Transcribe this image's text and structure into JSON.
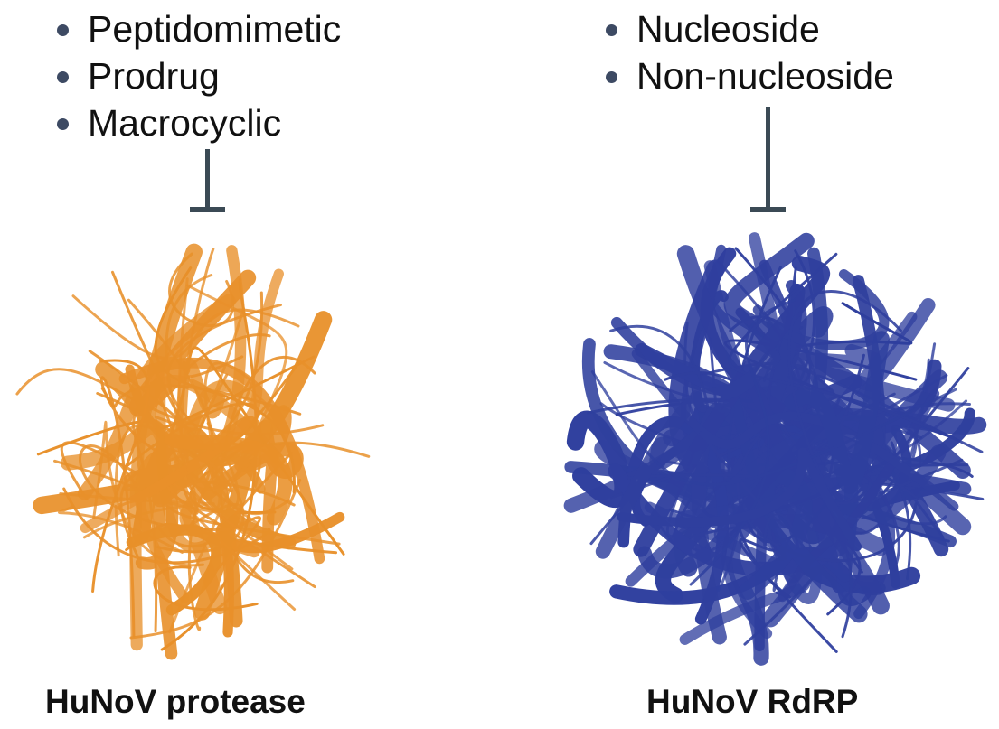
{
  "left": {
    "items": [
      "Peptidomimetic",
      "Prodrug",
      "Macrocyclic"
    ],
    "label": "HuNoV protease",
    "protein_color": "#e8902a"
  },
  "right": {
    "items": [
      "Nucleoside",
      "Non-nucleoside"
    ],
    "label": "HuNoV RdRP",
    "protein_color": "#2f3f9e"
  },
  "colors": {
    "bullet": "#3d4a63",
    "inhibition": "#3b4a55"
  }
}
